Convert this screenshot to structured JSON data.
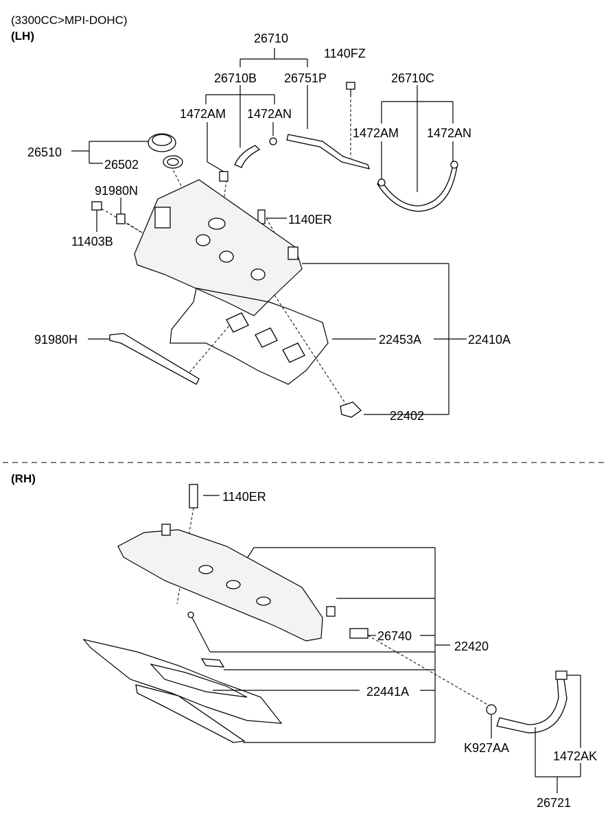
{
  "header": {
    "engine": "(3300CC>MPI-DOHC)",
    "section_lh": "(LH)",
    "section_rh": "(RH)"
  },
  "labels": {
    "p26710": "26710",
    "p26710B": "26710B",
    "p26751P": "26751P",
    "p1140FZ": "1140FZ",
    "p26710C": "26710C",
    "p1472AM_a": "1472AM",
    "p1472AN_a": "1472AN",
    "p1472AM_b": "1472AM",
    "p1472AN_b": "1472AN",
    "p26510": "26510",
    "p26502": "26502",
    "p91980N": "91980N",
    "p11403B": "11403B",
    "p1140ER_lh": "1140ER",
    "p91980H": "91980H",
    "p22453A": "22453A",
    "p22410A": "22410A",
    "p22402": "22402",
    "p1140ER_rh": "1140ER",
    "p26740": "26740",
    "p22420": "22420",
    "p22441A": "22441A",
    "pK927AA": "K927AA",
    "p1472AK": "1472AK",
    "p26721": "26721"
  }
}
